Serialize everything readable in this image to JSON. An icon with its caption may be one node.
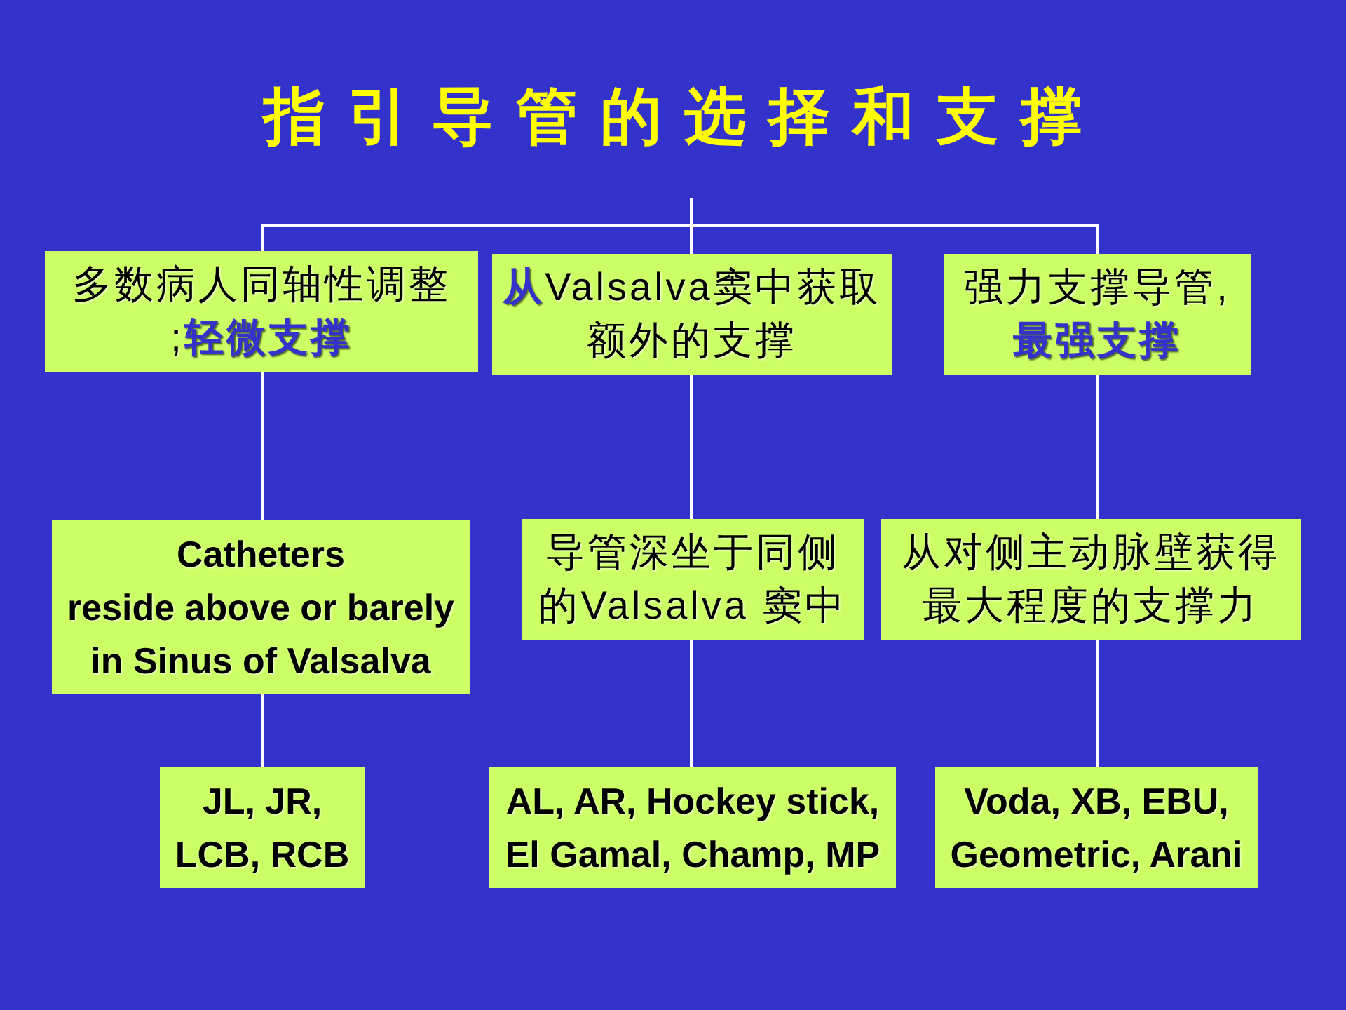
{
  "diagram": {
    "title": "指引导管的选择和支撑",
    "nodes": [
      {
        "text": [
          "多数病人同轴性调整;**轻微支撑**"
        ]
      },
      {
        "text": [
          "**从**Valsalva窦中获取额外的支撑"
        ]
      },
      {
        "text": [
          "强力支撑导管,**最强支撑**"
        ]
      },
      {
        "text": [
          "Catheters reside above or barely in Sinus of Valsalva"
        ]
      },
      {
        "text": [
          "导管深坐于同侧的Valsalva 窦中"
        ]
      },
      {
        "text": [
          "从对侧主动脉壁获得最大程度的支撑力"
        ]
      },
      {
        "text": [
          "JL, JR, LCB, RCB"
        ]
      },
      {
        "text": [
          "AL, AR, Hockey stick, El Gamal, Champ, MP"
        ]
      },
      {
        "text": [
          "Voda, XB, EBU, Geometric, Arani"
        ]
      }
    ],
    "edges": [
      {
        "from": null,
        "to": 0,
        "arrow": "none"
      },
      {
        "from": null,
        "to": 1,
        "arrow": "none"
      },
      {
        "from": null,
        "to": 2,
        "arrow": "none"
      },
      {
        "from": 0,
        "to": 3,
        "arrow": "none"
      },
      {
        "from": 1,
        "to": 4,
        "arrow": "none"
      },
      {
        "from": 2,
        "to": 5,
        "arrow": "none"
      },
      {
        "from": 3,
        "to": 6,
        "arrow": "none"
      },
      {
        "from": 4,
        "to": 7,
        "arrow": "none"
      },
      {
        "from": 5,
        "to": 8,
        "arrow": "none"
      }
    ]
  }
}
